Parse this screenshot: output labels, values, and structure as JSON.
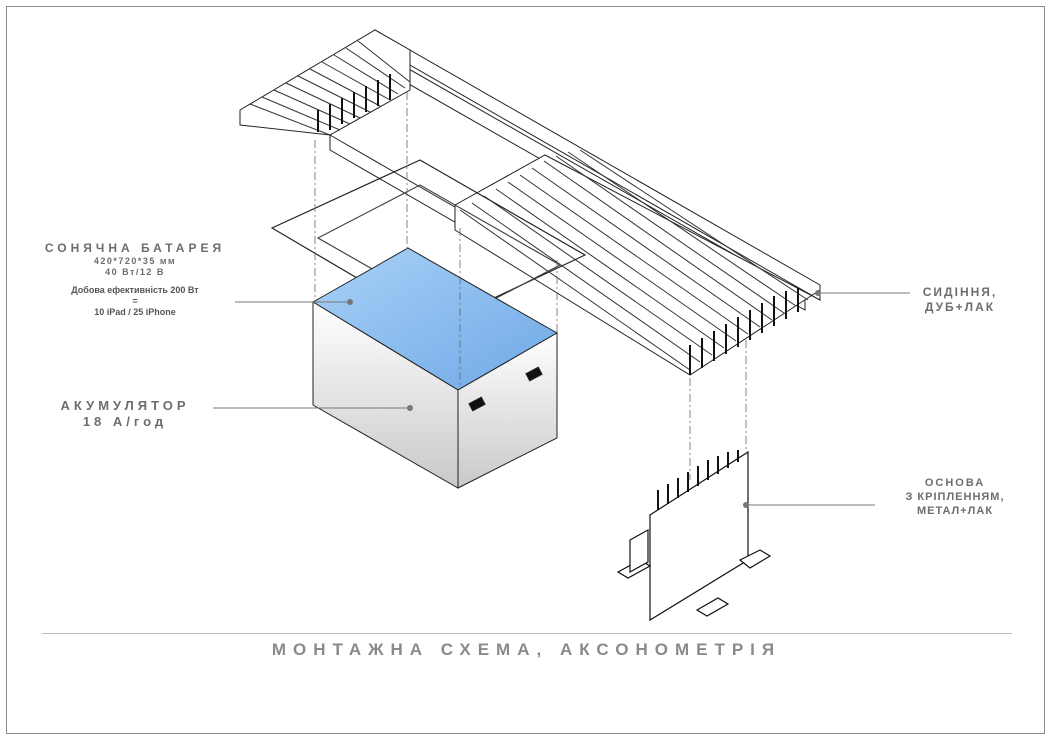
{
  "solar": {
    "title": "СОНЯЧНА БАТАРЕЯ",
    "size": "420*720*35 мм",
    "power": "40 Вт/12 В",
    "efficiency": "Добова ефективність 200 Вт",
    "equals": "=",
    "devices": "10 iPad / 25 iPhone"
  },
  "battery": {
    "title": "АКУМУЛЯТОР",
    "capacity": "18 А/год"
  },
  "seat": {
    "line1": "СИДІННЯ,",
    "line2": "ДУБ+ЛАК"
  },
  "base": {
    "line1": "ОСНОВА",
    "line2": "З КРІПЛЕННЯМ,",
    "line3": "МЕТАЛ+ЛАК"
  },
  "footer": {
    "title": "МОНТАЖНА СХЕМА, АКСОНОМЕТРІЯ"
  },
  "colors": {
    "panel_blue": "#8fc0f0",
    "line": "#222222",
    "label": "#6d6d6d"
  }
}
